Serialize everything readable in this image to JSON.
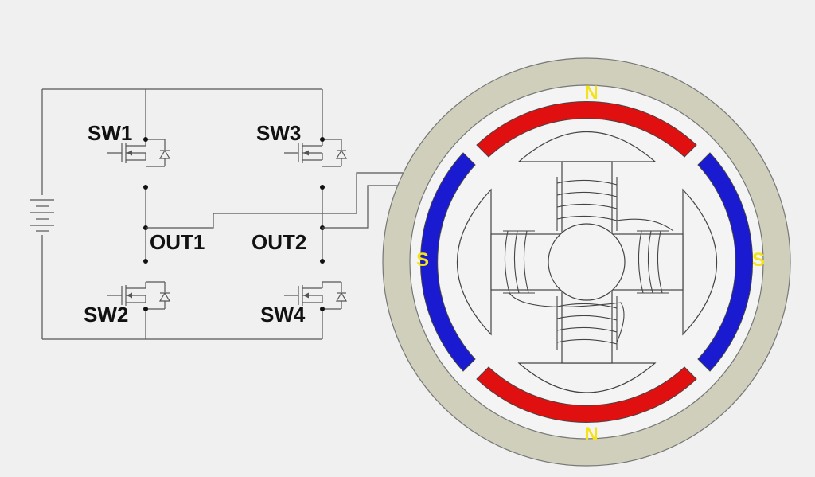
{
  "labels": {
    "sw1": "SW1",
    "sw2": "SW2",
    "sw3": "SW3",
    "sw4": "SW4",
    "out1": "OUT1",
    "out2": "OUT2"
  },
  "magnets": {
    "north": "N",
    "south": "S"
  },
  "colors": {
    "north_pole": "#e01010",
    "south_pole": "#1a1ad0",
    "housing": "#cfcfbc",
    "pole_label": "#f4e21a"
  }
}
